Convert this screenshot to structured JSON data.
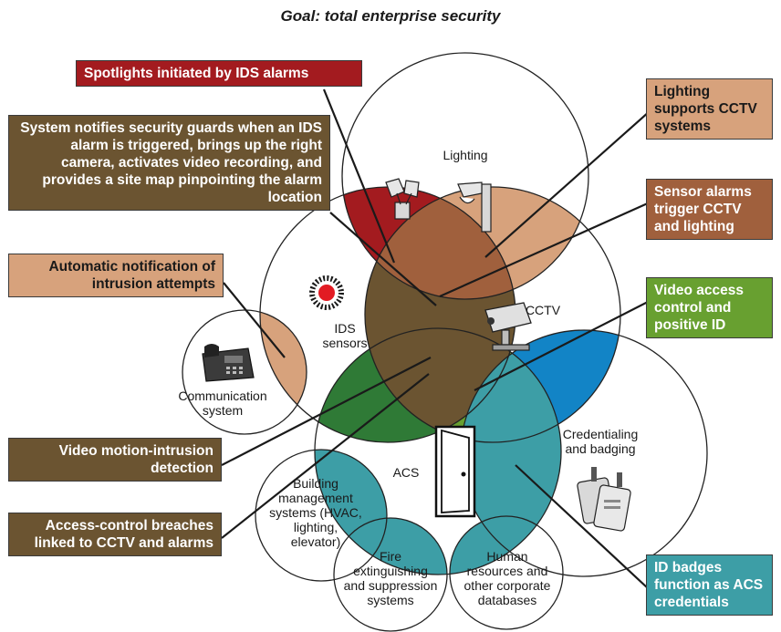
{
  "goal": "Goal: total enterprise security",
  "colors": {
    "red": "#a31b1f",
    "tan": "#d7a27c",
    "brown": "#a0603d",
    "dark_brown": "#6b5431",
    "green": "#68a030",
    "dark_green": "#2f7a36",
    "blue": "#1284c6",
    "teal": "#3d9ea6"
  },
  "callouts": {
    "spotlights": "Spotlights initiated by IDS alarms",
    "system_notifies": "System notifies security guards when an IDS alarm is triggered, brings up the right camera, activates video recording, and provides a site map pinpointing the alarm location",
    "auto_notification": "Automatic notification of intrusion attempts",
    "video_motion": "Video motion-intrusion detection",
    "access_breaches": "Access-control breaches linked to CCTV and alarms",
    "lighting_supports": "Lighting supports CCTV systems",
    "sensor_alarms": "Sensor alarms trigger CCTV and lighting",
    "video_access": "Video access control and positive ID",
    "id_badges": "ID badges function as ACS credentials"
  },
  "circles": {
    "lighting": "Lighting",
    "ids": "IDS\nsensors",
    "cctv": "CCTV",
    "communication": "Communication\nsystem",
    "acs": "ACS",
    "credentialing": "Credentialing\nand badging",
    "building": "Building\nmanagement\nsystems (HVAC,\nlighting,\nelevator)",
    "fire": "Fire\nextinguishing\nand suppression\nsystems",
    "hr": "Human\nresources and\nother corporate\ndatabases"
  },
  "icons": [
    "spotlight-icon",
    "pole-light-icon",
    "ids-sensor-icon",
    "cctv-camera-icon",
    "fax-phone-icon",
    "door-icon",
    "badge-icon"
  ]
}
